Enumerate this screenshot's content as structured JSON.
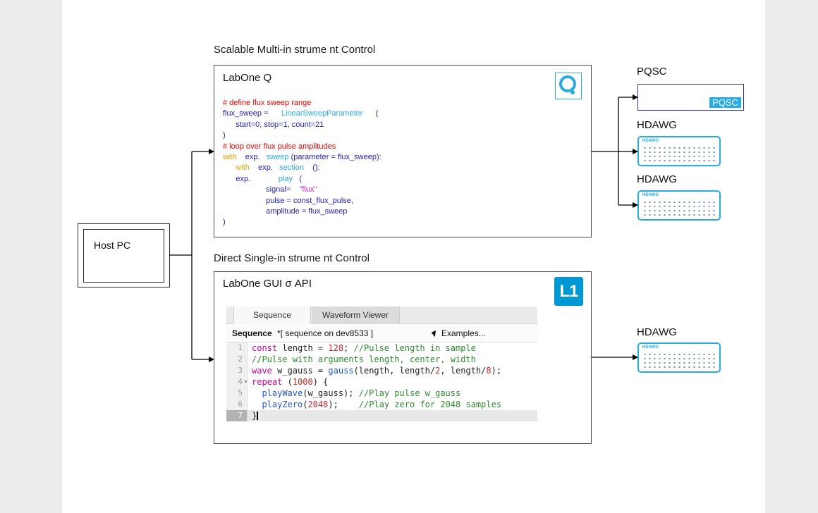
{
  "page": {
    "title_top": "Scalable Multi-in strume nt Control",
    "title_bottom": "Direct Single-in strume nt Control"
  },
  "host_pc": {
    "label": "Host PC"
  },
  "labone_q": {
    "title": "LabOne Q",
    "code": [
      [
        {
          "t": "# define flux sweep range",
          "c": "red"
        }
      ],
      [
        {
          "t": "flux_sweep =      ",
          "c": "navy"
        },
        {
          "t": "LinearSweepParameter",
          "c": "cyan"
        },
        {
          "t": "      (",
          "c": "navy"
        }
      ],
      [
        {
          "t": "      start=0, stop=1, count=21",
          "c": "navy"
        }
      ],
      [
        {
          "t": ")",
          "c": "navy"
        }
      ],
      [
        {
          "t": "# loop over flux pulse amplitudes",
          "c": "red"
        }
      ],
      [
        {
          "t": "with",
          "c": "orange"
        },
        {
          "t": "    exp.   ",
          "c": "navy"
        },
        {
          "t": "sweep",
          "c": "cyan"
        },
        {
          "t": " (parameter = flux_sweep):",
          "c": "navy"
        }
      ],
      [
        {
          "t": "      ",
          "c": "navy"
        },
        {
          "t": "with",
          "c": "orange"
        },
        {
          "t": "    exp.   ",
          "c": "navy"
        },
        {
          "t": "section",
          "c": "cyan"
        },
        {
          "t": "    ():",
          "c": "navy"
        }
      ],
      [
        {
          "t": "      exp.             ",
          "c": "navy"
        },
        {
          "t": "play",
          "c": "cyan"
        },
        {
          "t": "   (",
          "c": "navy"
        }
      ],
      [
        {
          "t": "                    signal=    ",
          "c": "navy"
        },
        {
          "t": "\"flux\"",
          "c": "magenta"
        }
      ],
      [
        {
          "t": "                    pulse = const_flux_pulse,",
          "c": "navy"
        }
      ],
      [
        {
          "t": "                    amplitude = flux_sweep",
          "c": "navy"
        }
      ],
      [
        {
          "t": ")",
          "c": "navy"
        }
      ]
    ]
  },
  "labone_gui": {
    "title": "LabOne GUI σ API",
    "logo_text": "L1",
    "tabs": [
      {
        "label": "Sequence"
      },
      {
        "label": "Waveform Viewer"
      }
    ],
    "header": {
      "name": "Sequence",
      "file": "*[ sequence on dev8533 ]",
      "examples": "Examples..."
    },
    "editor": {
      "lines": [
        {
          "num": "1",
          "segments": [
            {
              "t": "const",
              "c": "kw"
            },
            {
              "t": " length = ",
              "c": "plain"
            },
            {
              "t": "128",
              "c": "num"
            },
            {
              "t": "; ",
              "c": "plain"
            },
            {
              "t": "//Pulse length in sample",
              "c": "cmt"
            }
          ]
        },
        {
          "num": "2",
          "segments": [
            {
              "t": "//Pulse with arguments length, center, width",
              "c": "cmt"
            }
          ]
        },
        {
          "num": "3",
          "segments": [
            {
              "t": "wave",
              "c": "kw"
            },
            {
              "t": " w_gauss = ",
              "c": "plain"
            },
            {
              "t": "gauss",
              "c": "fn"
            },
            {
              "t": "(length, length/",
              "c": "plain"
            },
            {
              "t": "2",
              "c": "num"
            },
            {
              "t": ", length/",
              "c": "plain"
            },
            {
              "t": "8",
              "c": "num"
            },
            {
              "t": ");",
              "c": "plain"
            }
          ]
        },
        {
          "num": "4",
          "fold": true,
          "segments": [
            {
              "t": "repeat",
              "c": "kw"
            },
            {
              "t": " (",
              "c": "plain"
            },
            {
              "t": "1000",
              "c": "num"
            },
            {
              "t": ") {",
              "c": "plain"
            }
          ]
        },
        {
          "num": "5",
          "segments": [
            {
              "t": "  ",
              "c": "plain"
            },
            {
              "t": "playWave",
              "c": "fn"
            },
            {
              "t": "(w_gauss); ",
              "c": "plain"
            },
            {
              "t": "//Play pulse w_gauss",
              "c": "cmt"
            }
          ]
        },
        {
          "num": "6",
          "segments": [
            {
              "t": "  ",
              "c": "plain"
            },
            {
              "t": "playZero",
              "c": "fn"
            },
            {
              "t": "(",
              "c": "plain"
            },
            {
              "t": "2048",
              "c": "num"
            },
            {
              "t": ");    ",
              "c": "plain"
            },
            {
              "t": "//Play zero for 2048 samples",
              "c": "cmt"
            }
          ]
        },
        {
          "num": "7",
          "active": true,
          "cursor": true,
          "segments": [
            {
              "t": "}",
              "c": "plain"
            }
          ]
        }
      ]
    }
  },
  "devices": {
    "pqsc": {
      "label": "PQSC",
      "badge": "PQSC"
    },
    "hdawg1": {
      "label": "HDAWG",
      "panel": "HDAWG"
    },
    "hdawg2": {
      "label": "HDAWG",
      "panel": "HDAWG"
    },
    "hdawg3": {
      "label": "HDAWG",
      "panel": "HDAWG"
    }
  },
  "colors": {
    "brand_cyan": "#29abe2",
    "pqsc_border_navy": "#2e3192",
    "l1_blue": "#0098d4",
    "q_code_blue": "#2424ae",
    "q_comment_red": "#e80000",
    "q_func_cyan": "#2aa9e0",
    "q_keyword_orange": "#e8a000",
    "q_string_magenta": "#c528c5",
    "seq_keyword": "#c4009f",
    "seq_number": "#c62828",
    "seq_function": "#2255cc",
    "seq_comment": "#2e8b2e"
  }
}
